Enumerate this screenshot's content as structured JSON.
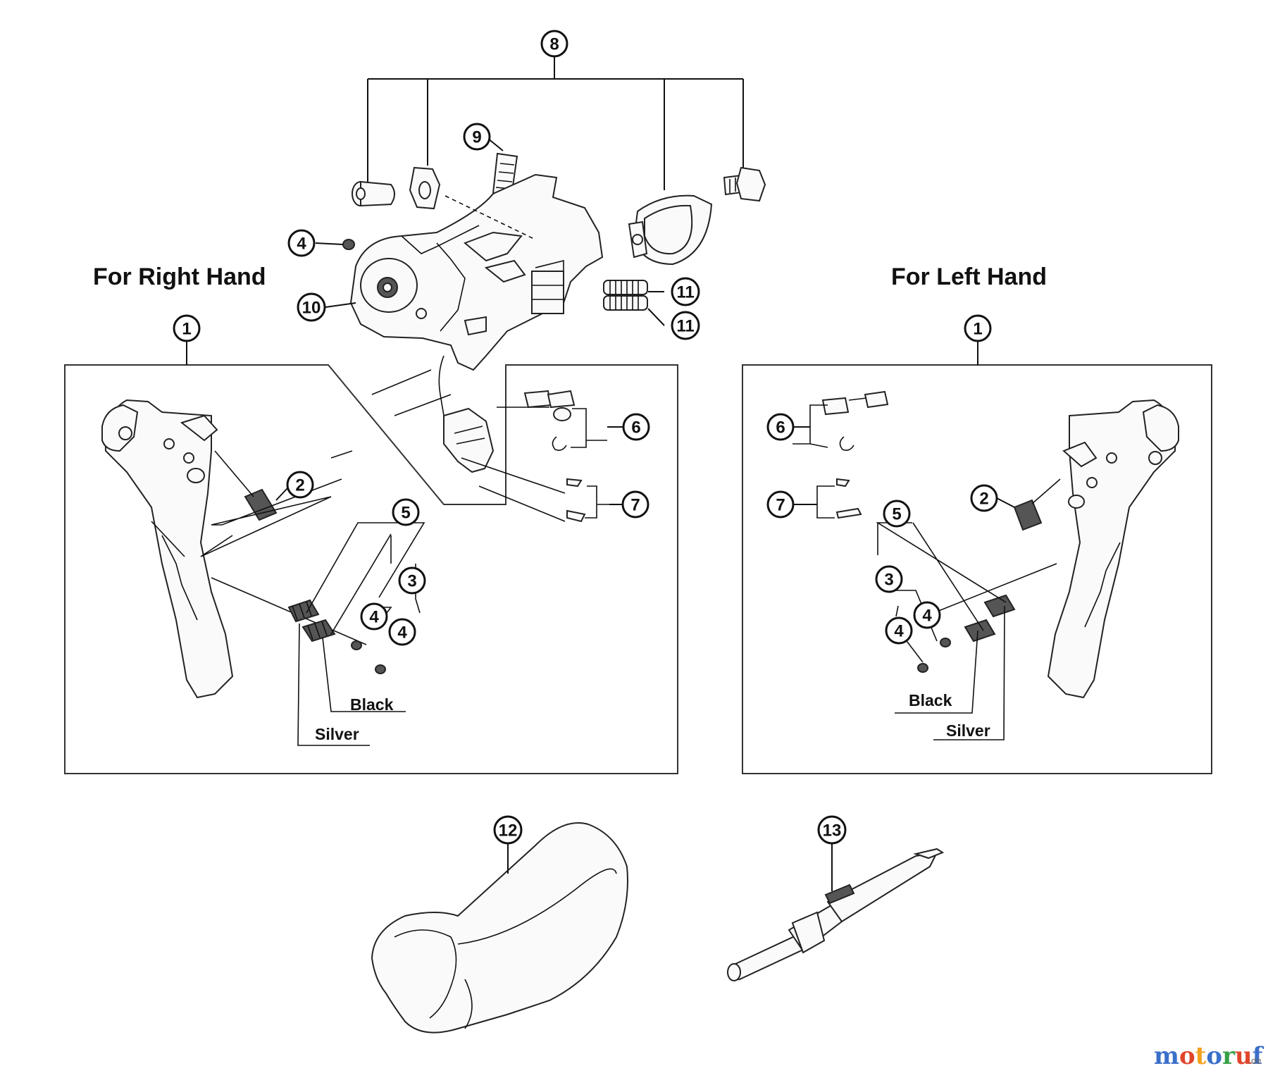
{
  "titles": {
    "right_hand": "For Right Hand",
    "left_hand": "For Left Hand"
  },
  "callouts": {
    "top": [
      "8",
      "9",
      "4",
      "10",
      "11",
      "11"
    ],
    "right_panel": [
      "1",
      "2",
      "5",
      "3",
      "4",
      "4",
      "6",
      "7"
    ],
    "left_panel": [
      "1",
      "6",
      "7",
      "2",
      "5",
      "3",
      "4",
      "4"
    ],
    "bottom": [
      "12",
      "13"
    ]
  },
  "spring_labels": {
    "right_black": "Black",
    "right_silver": "Silver",
    "left_black": "Black",
    "left_silver": "Silver"
  },
  "watermark": {
    "letters": [
      "m",
      "o",
      "t",
      "o",
      "r",
      "u",
      "f"
    ],
    "colors": [
      "#3b6fc9",
      "#e0462b",
      "#f2a11f",
      "#3b6fc9",
      "#36a046",
      "#e0462b",
      "#3b6fc9"
    ],
    "suffix": ".de"
  }
}
